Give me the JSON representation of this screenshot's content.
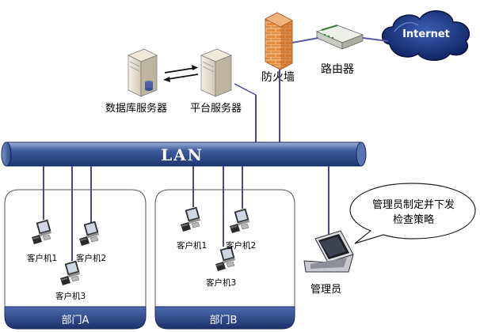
{
  "diagram": {
    "lan": {
      "label": "LAN"
    },
    "internet": {
      "label": "Internet"
    },
    "router": {
      "label": "路由器"
    },
    "firewall": {
      "label": "防火墙"
    },
    "servers": {
      "database": {
        "label": "数据库服务器"
      },
      "platform": {
        "label": "平台服务器"
      }
    },
    "departments": [
      {
        "label": "部门A",
        "clients": [
          {
            "label": "客户机1"
          },
          {
            "label": "客户机2"
          },
          {
            "label": "客户机3"
          }
        ]
      },
      {
        "label": "部门B",
        "clients": [
          {
            "label": "客户机1"
          },
          {
            "label": "客户机2"
          },
          {
            "label": "客户机3"
          }
        ]
      }
    ],
    "admin": {
      "label": "管理员"
    },
    "speech": {
      "line1": "管理员制定并下发",
      "line2": "检查策略"
    },
    "colors": {
      "lan_fill": "#2e4a8a",
      "line": "#4b4a8f",
      "dept_footer": "#1f3a74",
      "cloud": "#0d1d5c"
    }
  }
}
